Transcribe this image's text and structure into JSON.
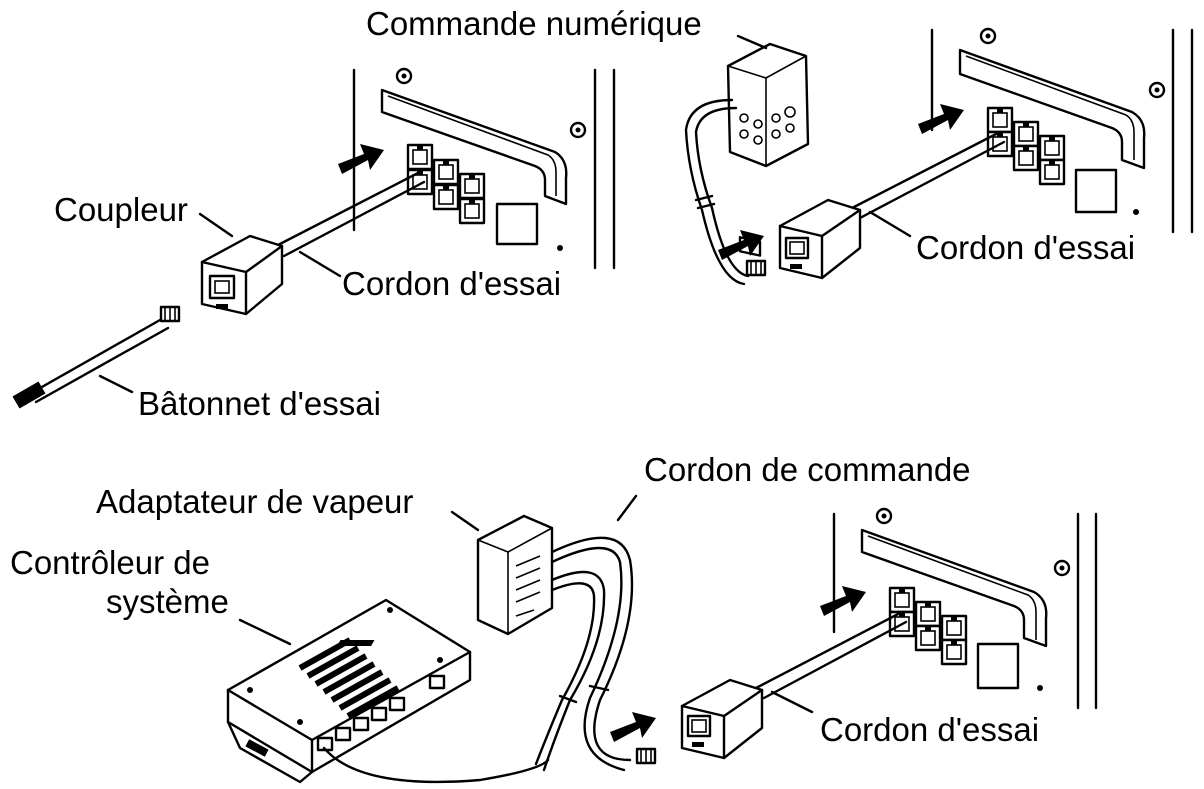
{
  "labels": {
    "coupleur": "Coupleur",
    "cordon_essai_1": "Cordon d'essai",
    "batonnet_essai": "Bâtonnet d'essai",
    "commande_numerique": "Commande numérique",
    "cordon_essai_2": "Cordon d'essai",
    "cordon_commande": "Cordon de commande",
    "adaptateur_vapeur": "Adaptateur de vapeur",
    "controleur_line1": "Contrôleur de",
    "controleur_line2": "système",
    "cordon_essai_3": "Cordon d'essai"
  },
  "icons": {
    "arrow": "insert-arrow-icon",
    "plug": "rj-plug-icon",
    "port": "rj-port-icon"
  }
}
